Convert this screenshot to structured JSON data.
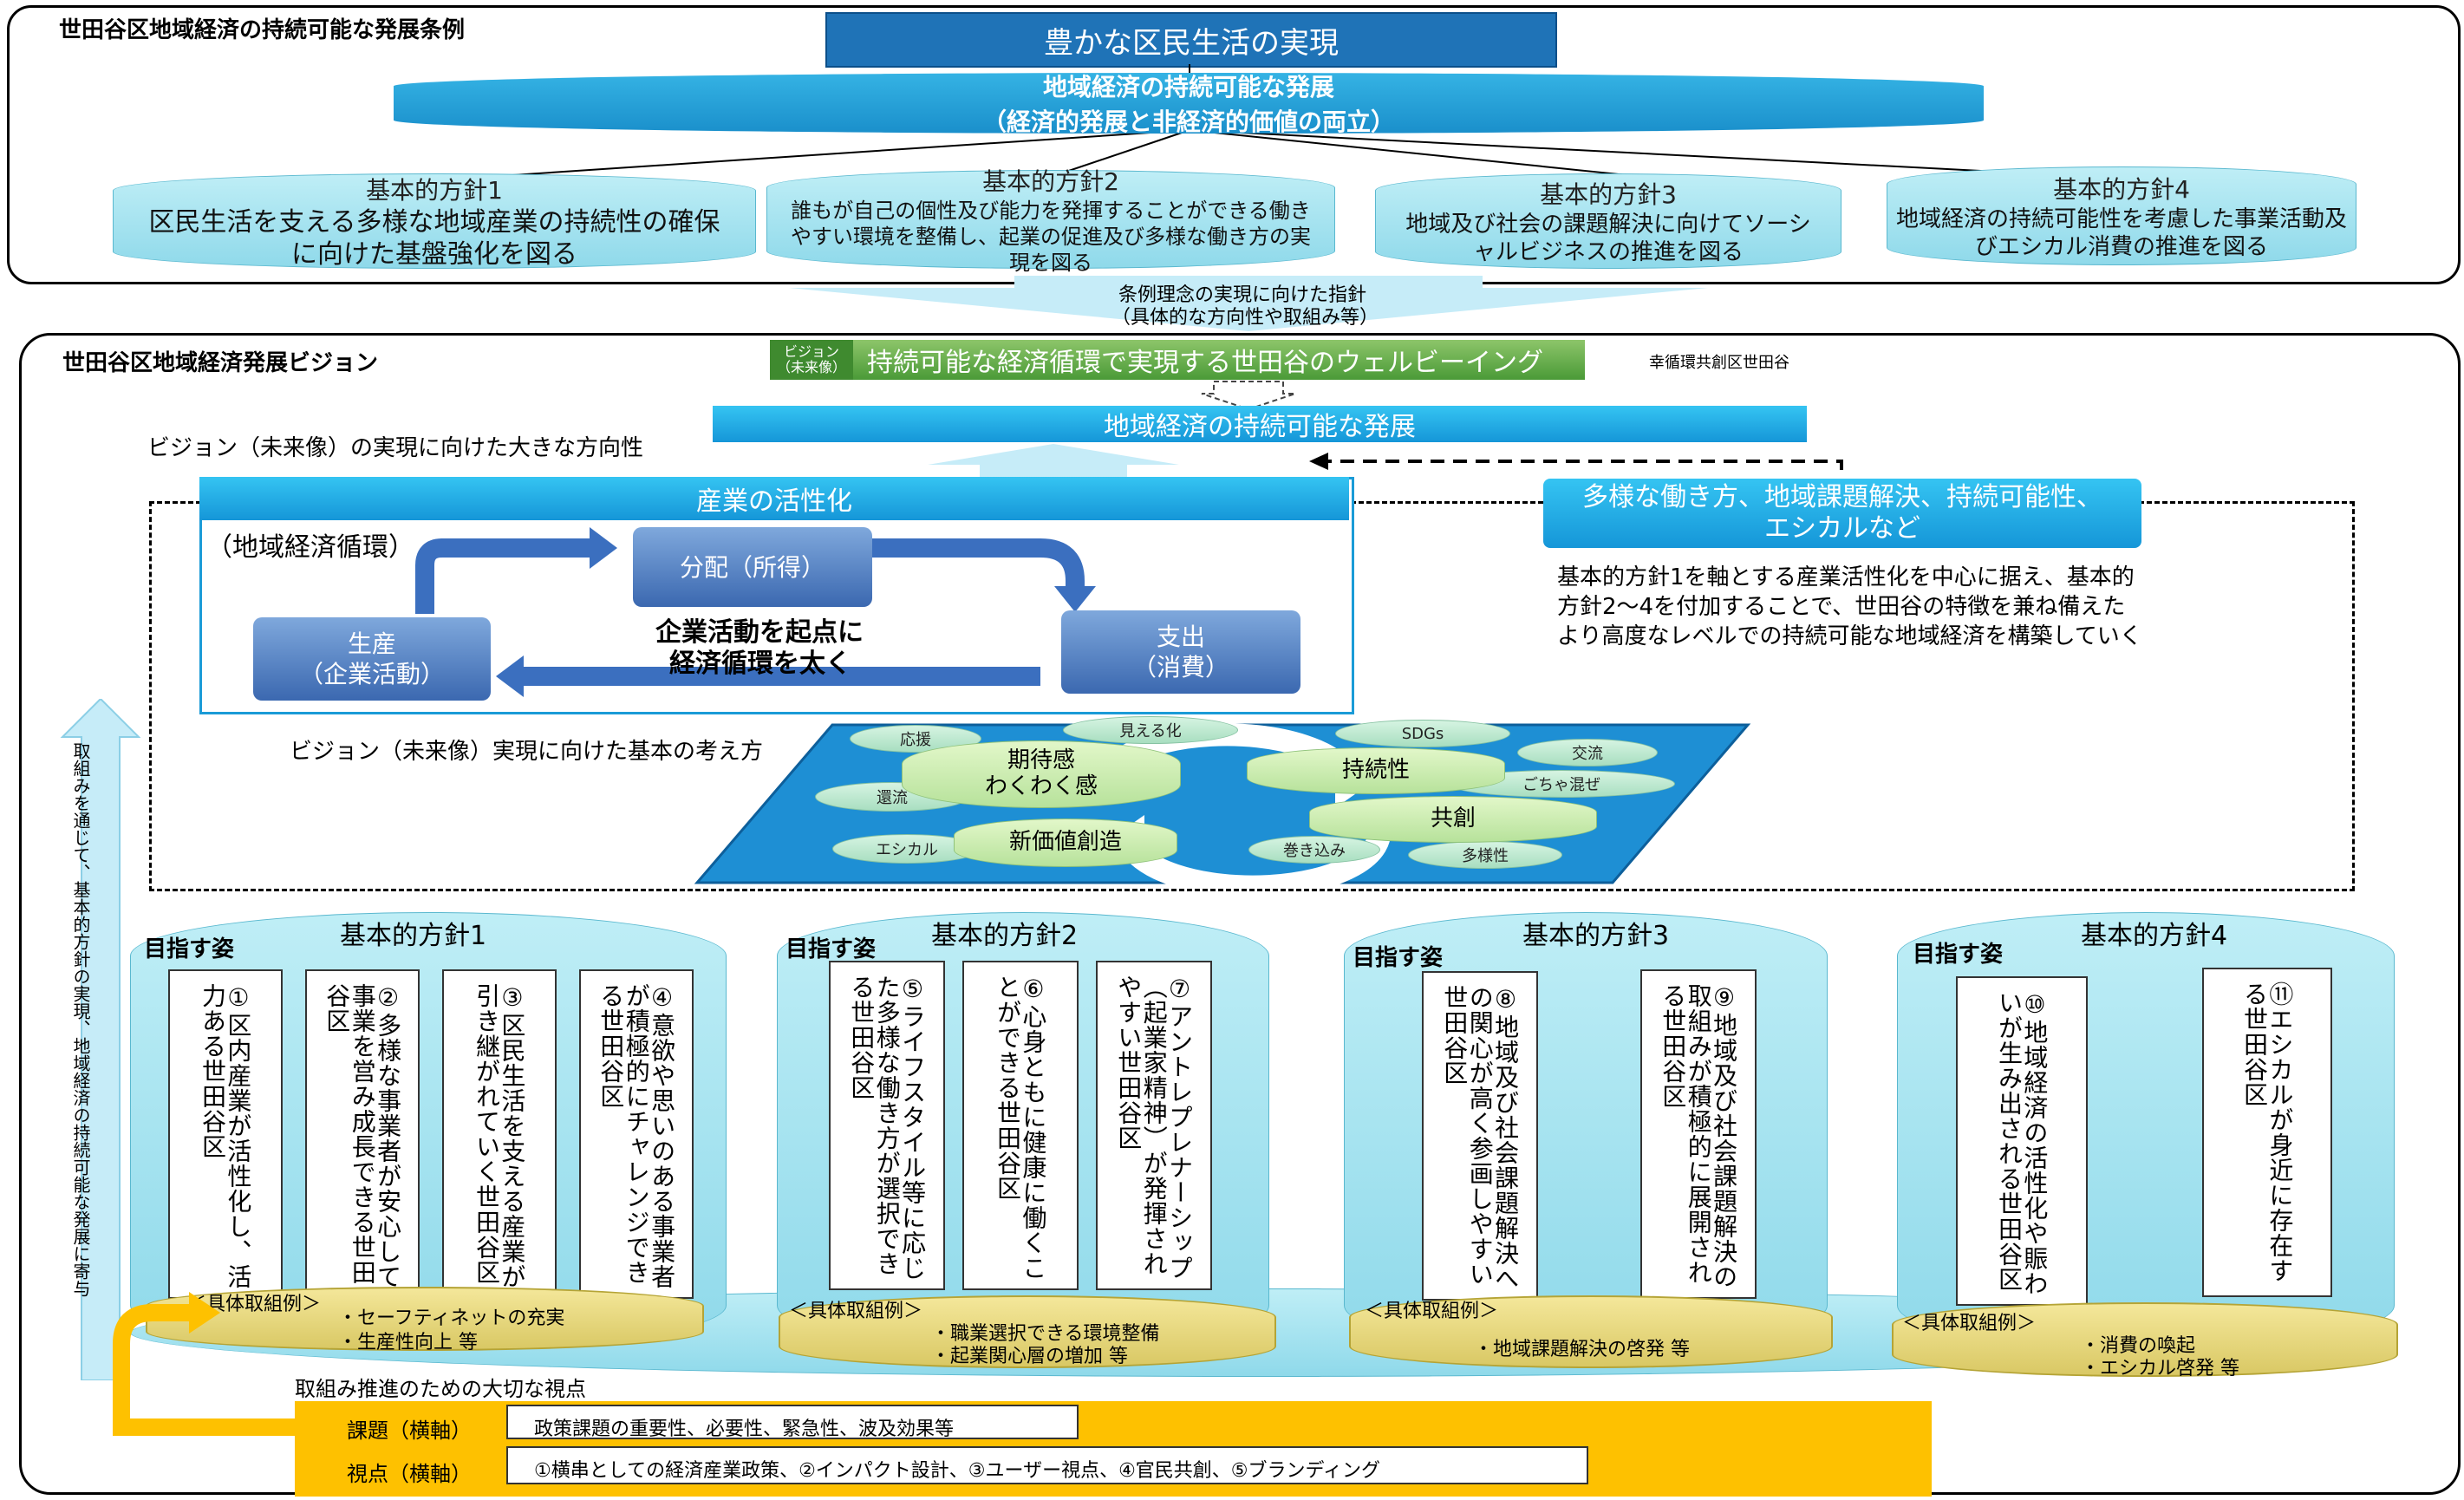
{
  "top": {
    "section_title": "世田谷区地域経済の持続可能な発展条例",
    "goal": "豊かな区民生活の実現",
    "sustainable_title": "地域経済の持続可能な発展",
    "sustainable_sub": "（経済的発展と非経済的価値の両立）",
    "policies": [
      {
        "title": "基本的方針1",
        "body": "区民生活を支える多様な地域産業の持続性の確保に向けた基盤強化を図る"
      },
      {
        "title": "基本的方針2",
        "body": "誰もが自己の個性及び能力を発揮することができる働きやすい環境を整備し、起業の促進及び多様な働き方の実現を図る"
      },
      {
        "title": "基本的方針3",
        "body": "地域及び社会の課題解決に向けてソーシャルビジネスの推進を図る"
      },
      {
        "title": "基本的方針4",
        "body": "地域経済の持続可能性を考慮した事業活動及びエシカル消費の推進を図る"
      }
    ],
    "guideline_1": "条例理念の実現に向けた指針",
    "guideline_2": "（具体的な方向性や取組み等）"
  },
  "vision": {
    "section_title": "世田谷区地域経済発展ビジョン",
    "tag": "ビジョン（未来像）",
    "tag_line1": "ビジョン",
    "tag_line2": "（未来像）",
    "vision_text": "持続可能な経済循環で実現する世田谷のウェルビーイング",
    "side_text": "幸循環共創区世田谷",
    "sustainable_bar": "地域経済の持続可能な発展",
    "direction_title": "ビジョン（未来像）の実現に向けた大きな方向性",
    "industry_title": "産業の活性化",
    "cycle_label": "（地域経済循環）",
    "cycle_nodes": {
      "distribution": "分配（所得）",
      "production_1": "生産",
      "production_2": "（企業活動）",
      "expenditure_1": "支出",
      "expenditure_2": "（消費）"
    },
    "cycle_center_1": "企業活動を起点に",
    "cycle_center_2": "経済循環を太く",
    "diverse_title_1": "多様な働き方、地域課題解決、持続可能性、",
    "diverse_title_2": "エシカルなど",
    "diverse_desc_1": "基本的方針1を軸とする産業活性化を中心に据え、基本的",
    "diverse_desc_2": "方針2～4を付加することで、世田谷の特徴を兼ね備えた",
    "diverse_desc_3": "より高度なレベルでの持続可能な地域経済を構築していく",
    "basic_approach_title": "ビジョン（未来像）実現に向けた基本の考え方",
    "keywords": {
      "support": "応援",
      "visible": "見える化",
      "sdgs": "SDGs",
      "exchange": "交流",
      "excitement_1": "期待感",
      "excitement_2": "わくわく感",
      "sustainability": "持続性",
      "mix": "ごちゃ混ぜ",
      "circulation": "還流",
      "cocreation": "共創",
      "ethical": "エシカル",
      "new_value": "新価値創造",
      "involve": "巻き込み",
      "diversity": "多様性"
    },
    "vertical_arrow_text": "取組みを通じて、基本的方針の実現、地域経済の持続可能な発展に寄与",
    "goal_label": "目指す姿",
    "example_label": "＜具体取組例＞",
    "policies": [
      {
        "title": "基本的方針1",
        "items": [
          "①区内産業が活性化し、活力ある世田谷区",
          "②多様な事業者が安心して事業を営み成長できる世田谷区",
          "③区民生活を支える産業が引き継がれていく世田谷区",
          "④意欲や思いのある事業者が積極的にチャレンジできる世田谷区"
        ],
        "examples": [
          "・セーフティネットの充実",
          "・生産性向上 等"
        ]
      },
      {
        "title": "基本的方針2",
        "items": [
          "⑤ライフスタイル等に応じた多様な働き方が選択できる世田谷区",
          "⑥心身ともに健康に働くことができる世田谷区",
          "⑦アントレプレナーシップ（起業家精神）が発揮されやすい世田谷区"
        ],
        "examples": [
          "・職業選択できる環境整備",
          "・起業関心層の増加 等"
        ]
      },
      {
        "title": "基本的方針3",
        "items": [
          "⑧地域及び社会課題解決への関心が高く参画しやすい世田谷区",
          "⑨地域及び社会課題解決の取組みが積極的に展開される世田谷区"
        ],
        "examples": [
          "・地域課題解決の啓発 等"
        ]
      },
      {
        "title": "基本的方針4",
        "items": [
          "⑩地域経済の活性化や賑わいが生み出される世田谷区",
          "⑪エシカルが身近に存在する世田谷区"
        ],
        "examples": [
          "・消費の喚起",
          "・エシカル啓発 等"
        ]
      }
    ],
    "viewpoint_title": "取組み推進のための大切な視点",
    "viewpoints": [
      {
        "label": "課題（横軸）",
        "text": "政策課題の重要性、必要性、緊急性、波及効果等"
      },
      {
        "label": "視点（横軸）",
        "text": "①横串としての経済産業政策、②インパクト設計、③ユーザー視点、④官民共創、⑤ブランディング"
      }
    ]
  },
  "colors": {
    "dark_blue": "#1f73b7",
    "cyan": "#1a9bd7",
    "green": "#4a9a37",
    "gold": "#fec100"
  }
}
